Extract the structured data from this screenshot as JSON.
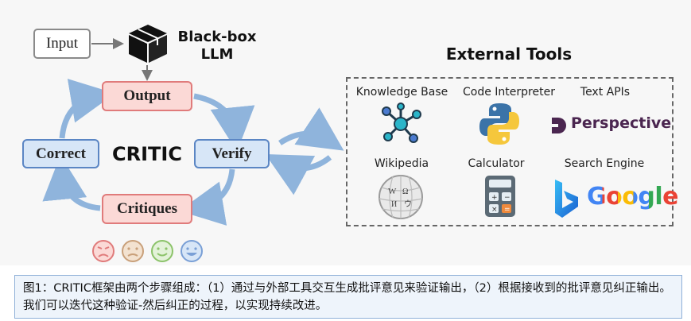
{
  "nodes": {
    "input": "Input",
    "llm_line1": "Black-box",
    "llm_line2": "LLM",
    "output": "Output",
    "correct": "Correct",
    "verify": "Verify",
    "critiques": "Critiques",
    "critic": "CRITIC"
  },
  "external_tools": {
    "title": "External Tools",
    "tools": [
      {
        "label": "Knowledge Base",
        "icon": "knowledge-graph-icon"
      },
      {
        "label": "Code Interpreter",
        "icon": "python-logo-icon"
      },
      {
        "label": "Text APIs",
        "icon": "perspective-logo-icon",
        "brand": "Perspective"
      },
      {
        "label": "Wikipedia",
        "icon": "wikipedia-globe-icon"
      },
      {
        "label": "Calculator",
        "icon": "calculator-icon"
      },
      {
        "label": "Search Engine",
        "icon": "bing-logo-icon",
        "brand": "Google"
      }
    ]
  },
  "emoji_faces": [
    "angry-face-icon",
    "frown-face-icon",
    "smile-face-icon",
    "happy-face-icon"
  ],
  "caption": "图1：CRITIC框架由两个步骤组成：（1）通过与外部工具交互生成批评意见来验证输出，（2）根据接收到的批评意见纠正输出。我们可以迭代这种验证-然后纠正的过程，以实现持续改进。",
  "colors": {
    "pink_fill": "#fbd9d6",
    "pink_border": "#e07b7b",
    "blue_fill": "#d7e6f7",
    "blue_border": "#5b86c4",
    "cycle_arrow": "#8fb4dc"
  }
}
